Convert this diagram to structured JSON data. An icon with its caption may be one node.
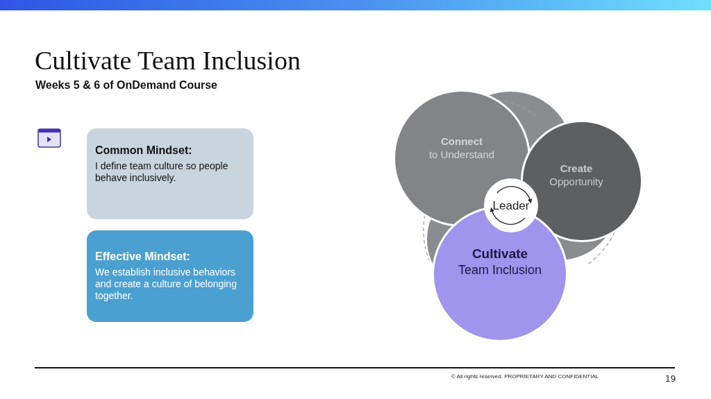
{
  "diagram": {
    "title": "Cultivate Team Inclusion",
    "nodes": [
      {
        "text": [
          "Common Mindset:",
          "I define team culture so people behave inclusively."
        ]
      },
      {
        "text": [
          "Effective Mindset:",
          "We establish inclusive behaviors and create a culture of belonging together."
        ]
      },
      {
        "text": [
          "Connect",
          "to Understand"
        ]
      },
      {
        "text": [
          "Create",
          "Opportunity"
        ]
      },
      {
        "text": [
          "Cultivate",
          "Team Inclusion"
        ]
      },
      {
        "text": [
          "Leader"
        ]
      }
    ],
    "labels": [
      "Weeks 5 & 6 of OnDemand Course",
      "© All rights reserved. PROPRIETARY AND CONFIDENTIAL",
      "19"
    ]
  }
}
